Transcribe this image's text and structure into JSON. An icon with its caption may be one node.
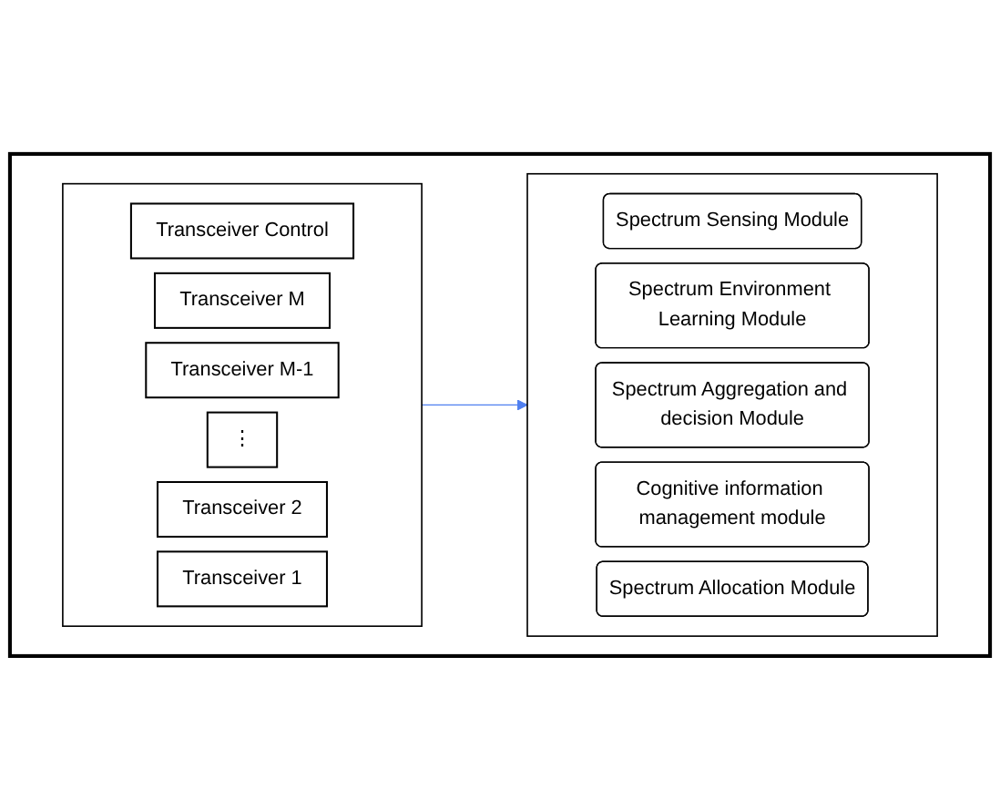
{
  "diagram": {
    "nodes": [
      {
        "text": [],
        "shape": "box"
      },
      {
        "text": [],
        "shape": "box",
        "in": 0
      },
      {
        "text": [
          "Transceiver Control"
        ],
        "in": 1
      },
      {
        "text": [
          "Transceiver M"
        ],
        "in": 1
      },
      {
        "text": [
          "Transceiver M-1"
        ],
        "in": 1
      },
      {
        "text": [
          "⋮"
        ],
        "in": 1
      },
      {
        "text": [
          "Transceiver 2"
        ],
        "in": 1
      },
      {
        "text": [
          "Transceiver 1"
        ],
        "in": 1
      },
      {
        "text": [],
        "shape": "box",
        "in": 0
      },
      {
        "text": [
          "Spectrum Sensing Module"
        ],
        "in": 8
      },
      {
        "text": [
          "Spectrum Environment Learning Module"
        ],
        "in": 8
      },
      {
        "text": [
          "Spectrum Aggregation and decision Module"
        ],
        "in": 8
      },
      {
        "text": [
          "Cognitive information management module"
        ],
        "in": 8
      },
      {
        "text": [
          "Spectrum Allocation Module"
        ],
        "in": 8
      }
    ],
    "edges": [
      {
        "from": 1,
        "to": 8,
        "arrow": "to",
        "color": "#4f7ff0"
      }
    ]
  }
}
